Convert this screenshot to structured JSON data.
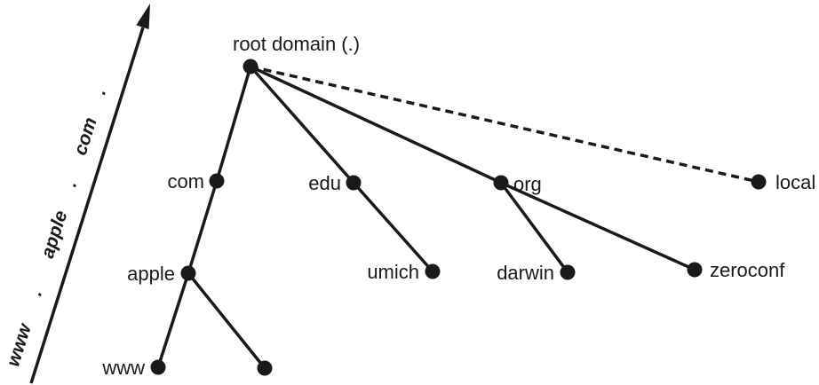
{
  "colors": {
    "ink": "#1a1a1a",
    "background": "#ffffff"
  },
  "fqdn_arrow": {
    "full_text": "www . apple . com .",
    "parts": [
      "www",
      ".",
      "apple",
      ".",
      "com",
      "."
    ]
  },
  "tree": {
    "nodes": {
      "root": "root domain (.)",
      "com": "com",
      "edu": "edu",
      "org": "org",
      "local": "local",
      "apple": "apple",
      "umich": "umich",
      "darwin": "darwin",
      "zeroconf": "zeroconf",
      "www": "www",
      "unnamed": ""
    },
    "edges": [
      {
        "from": "root",
        "to": "com",
        "style": "solid"
      },
      {
        "from": "root",
        "to": "edu",
        "style": "solid"
      },
      {
        "from": "root",
        "to": "org",
        "style": "solid"
      },
      {
        "from": "root",
        "to": "local",
        "style": "dashed"
      },
      {
        "from": "com",
        "to": "apple",
        "style": "solid"
      },
      {
        "from": "edu",
        "to": "umich",
        "style": "solid"
      },
      {
        "from": "org",
        "to": "darwin",
        "style": "solid"
      },
      {
        "from": "org",
        "to": "zeroconf",
        "style": "solid"
      },
      {
        "from": "apple",
        "to": "www",
        "style": "solid"
      },
      {
        "from": "apple",
        "to": "unnamed",
        "style": "solid"
      }
    ]
  }
}
